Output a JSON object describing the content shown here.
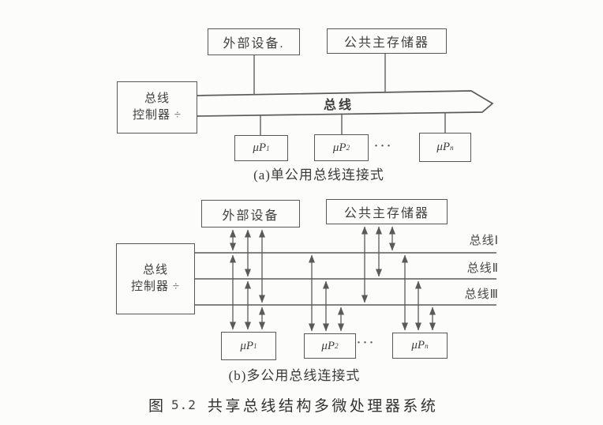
{
  "colors": {
    "ink": "#585858",
    "background": "#fcfcfb"
  },
  "figure_caption": {
    "prefix": "图",
    "number": "5.2",
    "title": "共享总线结构多微处理器系统"
  },
  "diagram_a": {
    "caption": "(a)单公用总线连接式",
    "external_device_label": "外部设备.",
    "memory_label": "公共主存储器",
    "controller_label_line1": "总线",
    "controller_label_line2": "控制器 ÷",
    "bus_label": "总线",
    "ellipsis": "···",
    "processors": [
      {
        "base": "μP",
        "sub": "1"
      },
      {
        "base": "μP",
        "sub": "2"
      },
      {
        "base": "μP",
        "sub": "n"
      }
    ]
  },
  "diagram_b": {
    "caption": "(b)多公用总线连接式",
    "external_device_label": "外部设备",
    "memory_label": "公共主存储器",
    "controller_label_line1": "总线",
    "controller_label_line2": "控制器 ÷",
    "bus_labels": [
      "总线Ⅰ",
      "总线Ⅱ",
      "总线Ⅲ"
    ],
    "ellipsis": "···",
    "processors": [
      {
        "base": "μP",
        "sub": "1"
      },
      {
        "base": "μP",
        "sub": "2"
      },
      {
        "base": "μP",
        "sub": "n"
      }
    ]
  }
}
